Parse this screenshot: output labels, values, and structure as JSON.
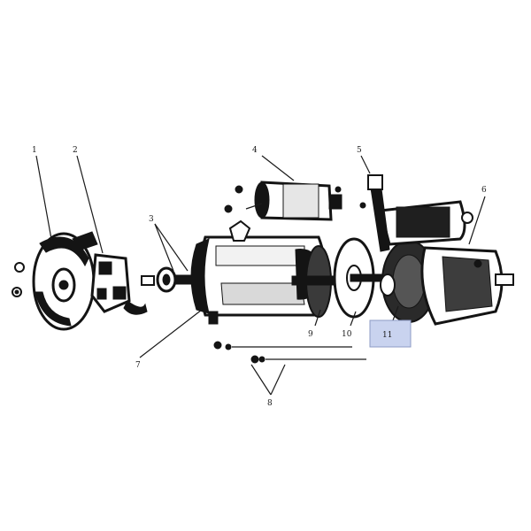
{
  "callouts": [
    {
      "id": "1",
      "text": "1"
    },
    {
      "id": "2",
      "text": "2"
    },
    {
      "id": "3",
      "text": "3"
    },
    {
      "id": "4",
      "text": "4"
    },
    {
      "id": "5",
      "text": "5"
    },
    {
      "id": "6",
      "text": "6"
    },
    {
      "id": "7",
      "text": "7"
    },
    {
      "id": "8",
      "text": "8"
    },
    {
      "id": "9",
      "text": "9"
    },
    {
      "id": "10",
      "text": "10"
    },
    {
      "id": "11",
      "text": "11"
    }
  ],
  "highlight": {
    "callout": "11",
    "fill": "#c9d3ef",
    "stroke": "#8d9bc4"
  },
  "parts": [
    {
      "name": "commutator-end-cover",
      "callout": "1"
    },
    {
      "name": "brush-holder-assembly",
      "callout": "2"
    },
    {
      "name": "bearing-bushing",
      "callout": "3"
    },
    {
      "name": "solenoid-switch",
      "callout": "4"
    },
    {
      "name": "shift-lever",
      "callout": "5"
    },
    {
      "name": "drive-end-housing",
      "callout": "6"
    },
    {
      "name": "field-frame-armature",
      "callout": "7"
    },
    {
      "name": "through-bolts",
      "callout": "8"
    },
    {
      "name": "armature",
      "callout": "9"
    },
    {
      "name": "intermediate-bearing-plate",
      "callout": "10"
    },
    {
      "name": "pinion-drive-clutch",
      "callout": "11"
    }
  ],
  "colors": {
    "ink": "#141414",
    "paper": "#ffffff"
  }
}
